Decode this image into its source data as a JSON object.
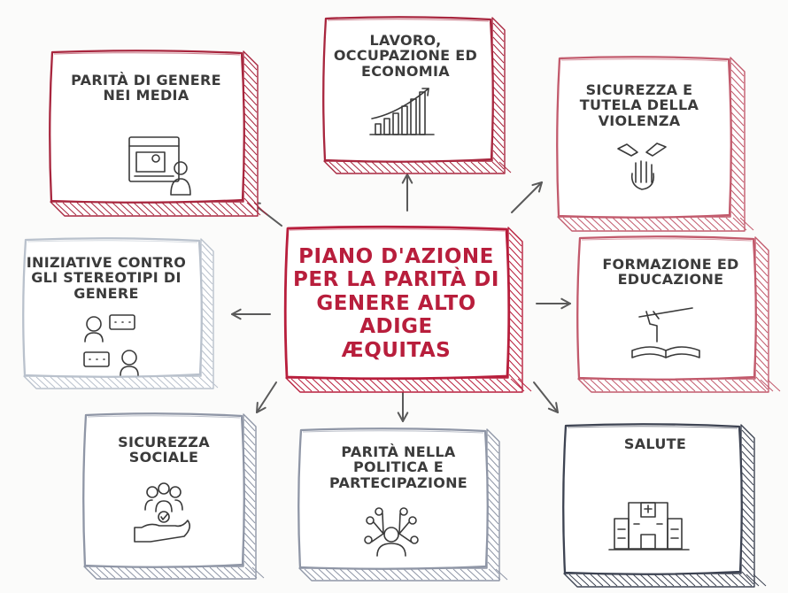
{
  "center": {
    "title": "PIANO D'AZIONE\nPER LA PARITÀ DI\nGENERE ALTO\nADIGE\nÆQUITAS"
  },
  "nodes": [
    {
      "label": "PARITÀ DI GENERE\nNEI MEDIA",
      "icon": "media-screen-icon",
      "color": "#a8263e"
    },
    {
      "label": "LAVORO,\nOCCUPAZIONE ED\nECONOMIA",
      "icon": "growth-bar-chart-icon",
      "color": "#a8263e"
    },
    {
      "label": "SICUREZZA E\nTUTELA DELLA\nVIOLENZA",
      "icon": "joined-hands-icon",
      "color": "#c25a6c"
    },
    {
      "label": "INIZIATIVE CONTRO\nGLI STEREOTIPI DI\nGENERE",
      "icon": "people-talking-icon",
      "color": "#b9c1cc"
    },
    {
      "label": "FORMAZIONE ED\nEDUCAZIONE",
      "icon": "book-pencil-icon",
      "color": "#c25a6c"
    },
    {
      "label": "SICUREZZA\nSOCIALE",
      "icon": "hand-people-icon",
      "color": "#8f96a6"
    },
    {
      "label": "PARITÀ NELLA\nPOLITICA E\nPARTECIPAZIONE",
      "icon": "person-network-icon",
      "color": "#8f96a6"
    },
    {
      "label": "SALUTE",
      "icon": "hospital-icon",
      "color": "#3d4352"
    }
  ],
  "colors": {
    "center": "#b81e3c",
    "text": "#3b3b3b",
    "arrow": "#5a5a5a",
    "background": "#fbfbfa"
  }
}
